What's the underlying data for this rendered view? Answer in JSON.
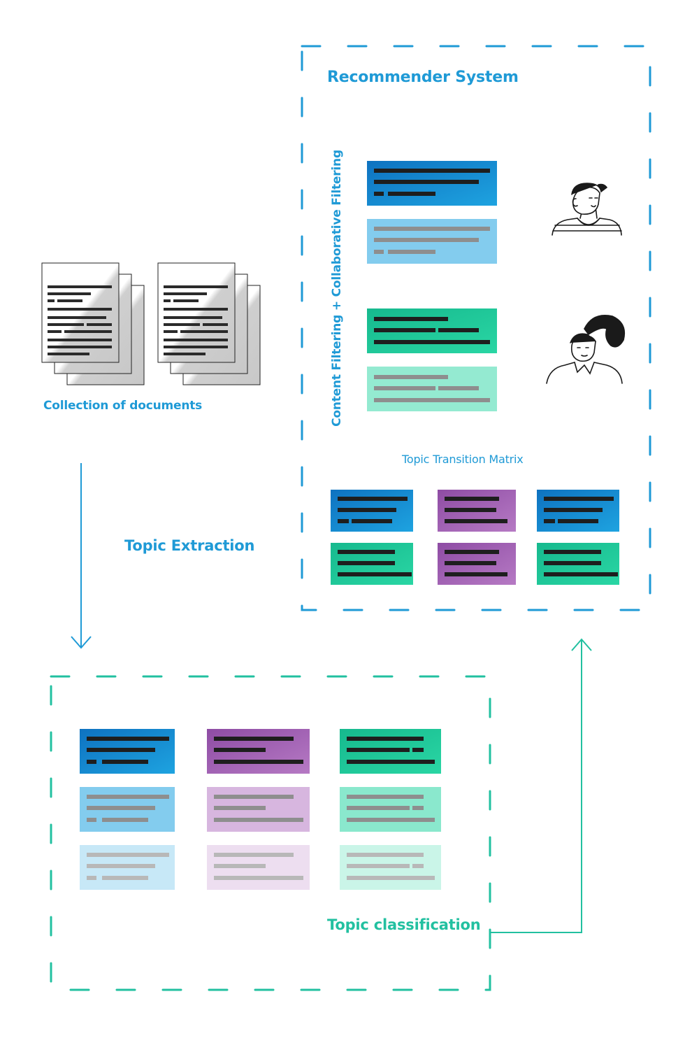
{
  "labels": {
    "recommender_system": "Recommender System",
    "filtering": "Content Filtering + Collaborative Filtering",
    "collection": "Collection of documents",
    "topic_extraction": "Topic Extraction",
    "topic_transition_matrix": "Topic Transition Matrix",
    "topic_classification": "Topic classification"
  },
  "colors": {
    "blue": "#1f9ad6",
    "green": "#22c0a0",
    "purple": "#a86bb8",
    "bar_dark": "#1e1e1e",
    "bar_gray": "#8e8e8e",
    "bar_light": "#b8b8b8"
  },
  "icons": [
    "document-stack-icon",
    "person-cap-icon",
    "person-ponytail-icon",
    "arrow-down-icon",
    "arrow-up-icon"
  ]
}
